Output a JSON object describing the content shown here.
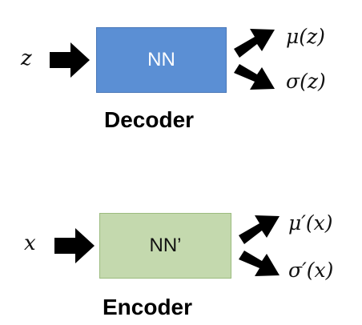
{
  "colors": {
    "decoder_fill": "#5b8fd4",
    "decoder_border": "#4a78b8",
    "decoder_text": "#ffffff",
    "encoder_fill": "#c4d9ae",
    "encoder_border": "#9cbc7f",
    "encoder_text": "#111111",
    "arrow": "#000000"
  },
  "decoder": {
    "input": "z",
    "box_label": "NN",
    "output_mu": "μ(z)",
    "output_sigma": "σ(z)",
    "title": "Decoder"
  },
  "encoder": {
    "input": "x",
    "box_label": "NN’",
    "output_mu": "μ′(x)",
    "output_sigma": "σ′(x)",
    "title": "Encoder"
  },
  "icons": [
    "right-arrow-icon",
    "up-right-arrow-icon",
    "down-right-arrow-icon"
  ]
}
